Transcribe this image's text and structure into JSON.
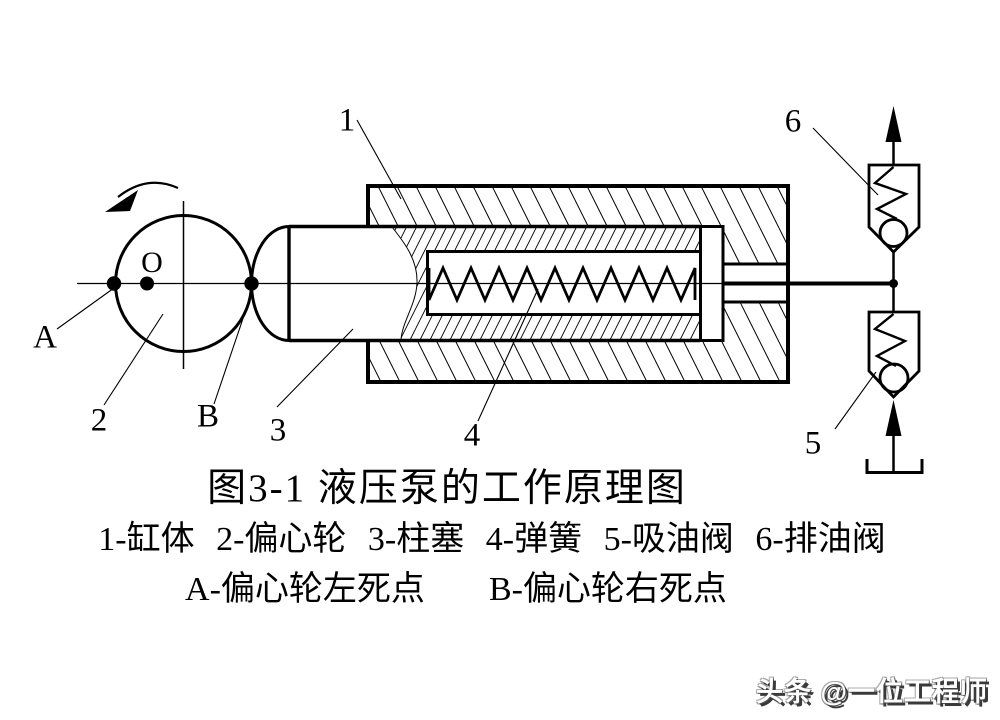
{
  "colors": {
    "ink": "#000000",
    "background": "#ffffff"
  },
  "diagram": {
    "part_labels": {
      "cylinder": "1",
      "eccentric_wheel": "2",
      "plunger": "3",
      "spring": "4",
      "suction_valve": "5",
      "discharge_valve": "6",
      "left_dead_point": "A",
      "right_dead_point": "B",
      "rotation_center": "O"
    }
  },
  "caption": {
    "title": "图3-1 液压泵的工作原理图",
    "legend": "1-缸体 2-偏心轮 3-柱塞 4-弹簧 5-吸油阀 6-排油阀",
    "note_a": "A-偏心轮左死点",
    "note_b": "B-偏心轮右死点"
  },
  "watermark": {
    "text": "头条 @一位工程师"
  }
}
